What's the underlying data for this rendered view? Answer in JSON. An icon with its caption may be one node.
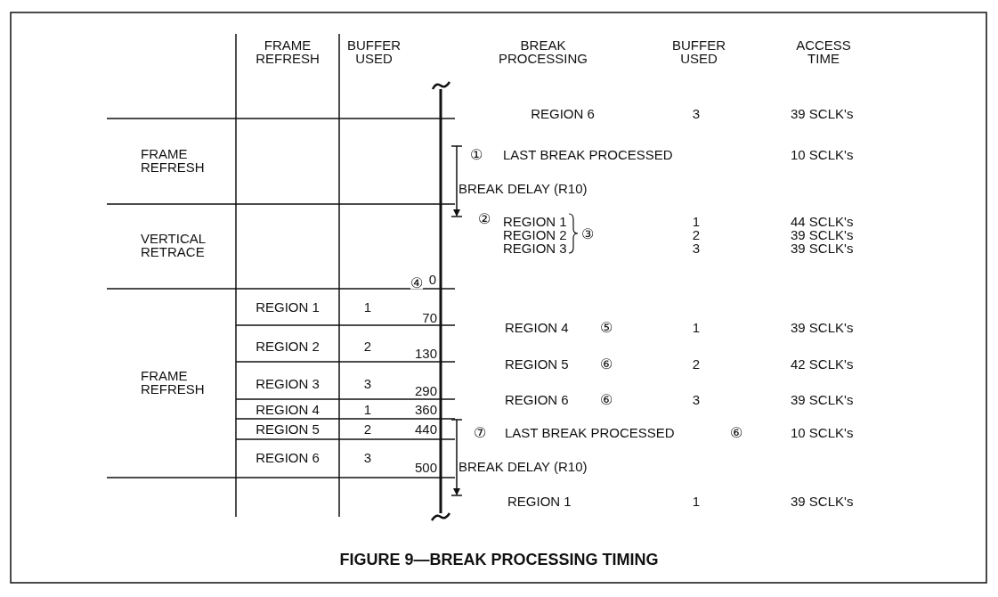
{
  "diagram": {
    "caption": "FIGURE 9—BREAK PROCESSING TIMING",
    "labels": [
      "FRAME REFRESH",
      "BUFFER USED",
      "BREAK PROCESSING",
      "BUFFER USED",
      "ACCESS TIME",
      "FRAME REFRESH",
      "VERTICAL RETRACE",
      "FRAME REFRESH",
      "④",
      "0",
      "REGION 1",
      "1",
      "70",
      "REGION 2",
      "2",
      "130",
      "REGION 3",
      "3",
      "290",
      "REGION 4",
      "1",
      "360",
      "REGION 5",
      "2",
      "440",
      "REGION 6",
      "3",
      "500",
      "REGION 6",
      "3",
      "39 SCLK's",
      "①",
      "LAST BREAK PROCESSED",
      "10 SCLK's",
      "BREAK DELAY (R10)",
      "②",
      "REGION 1",
      "1",
      "44 SCLK's",
      "REGION 2",
      "③",
      "2",
      "39 SCLK's",
      "REGION 3",
      "3",
      "39 SCLK's",
      "REGION 4",
      "⑤",
      "1",
      "39 SCLK's",
      "REGION 5",
      "⑥",
      "2",
      "42 SCLK's",
      "REGION 6",
      "⑥",
      "3",
      "39 SCLK's",
      "⑦",
      "LAST BREAK PROCESSED",
      "⑥",
      "10 SCLK's",
      "BREAK DELAY (R10)",
      "REGION 1",
      "1",
      "39 SCLK's"
    ]
  }
}
